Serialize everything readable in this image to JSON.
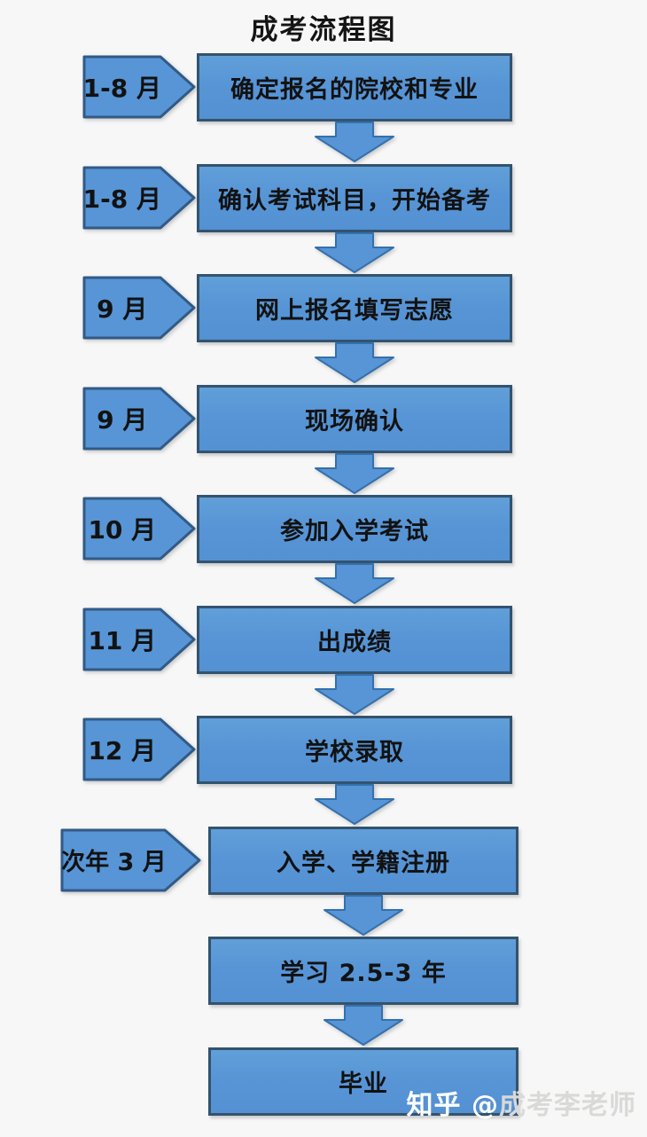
{
  "title": "成考流程图",
  "steps": [
    {
      "month": "1-8 月",
      "label": "确定报名的院校和专业"
    },
    {
      "month": "1-8 月",
      "label": "确认考试科目，开始备考"
    },
    {
      "month": "9 月",
      "label": "网上报名填写志愿"
    },
    {
      "month": "9 月",
      "label": "现场确认"
    },
    {
      "month": "10 月",
      "label": "参加入学考试"
    },
    {
      "month": "11 月",
      "label": "出成绩"
    },
    {
      "month": "12 月",
      "label": "学校录取"
    },
    {
      "month": "次年 3 月",
      "label": "入学、学籍注册"
    },
    {
      "month": null,
      "label": "学习 2.5-3 年"
    },
    {
      "month": null,
      "label": "毕业"
    }
  ],
  "watermark": {
    "prefix": "知乎 @",
    "suffix": "成考李老师"
  },
  "colors": {
    "shape_fill": "#5795d6",
    "box_border": "#33536e",
    "pentagon_border": "#315a86",
    "arrow_border": "#3470ad",
    "text": "#141414",
    "background": "#f7f7f7",
    "watermark_on_shape": "#ffffff",
    "watermark_on_background": "#d9d9d7"
  }
}
